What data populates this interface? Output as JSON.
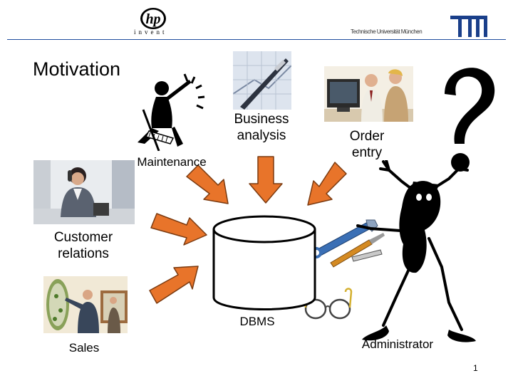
{
  "header": {
    "hp_logo_text": "hp",
    "hp_tagline": "invent",
    "university": "Technische Universität München",
    "tum_logo_text": "TUM"
  },
  "slide": {
    "title": "Motivation",
    "page_number": "1"
  },
  "diagram": {
    "center": "DBMS",
    "roles": {
      "business_analysis_1": "Business",
      "business_analysis_2": "analysis",
      "order_entry_1": "Order",
      "order_entry_2": "entry",
      "maintenance": "Maintenance",
      "customer_relations_1": "Customer",
      "customer_relations_2": "relations",
      "sales": "Sales",
      "administrator": "Administrator"
    },
    "arrow_color": "#e8742a",
    "arrow_outline": "#7a3a10"
  }
}
